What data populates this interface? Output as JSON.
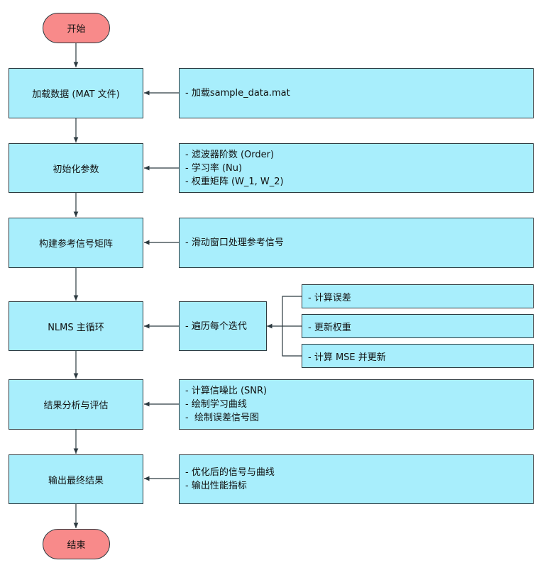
{
  "flow": {
    "start": "开始",
    "end": "结束",
    "steps": [
      {
        "label": "加载数据 (MAT 文件)",
        "notes": [
          "- 加载sample_data.mat"
        ]
      },
      {
        "label": "初始化参数",
        "notes": [
          "- 滤波器阶数 (Order)",
          "- 学习率 (Nu)",
          "- 权重矩阵 (W_1, W_2)"
        ]
      },
      {
        "label": "构建参考信号矩阵",
        "notes": [
          "- 滑动窗口处理参考信号"
        ]
      },
      {
        "label": "NLMS 主循环",
        "notes": [
          "- 遍历每个迭代"
        ]
      },
      {
        "label": "结果分析与评估",
        "notes": [
          "- 计算信噪比 (SNR)",
          "- 绘制学习曲线",
          "-  绘制误差信号图"
        ]
      },
      {
        "label": "输出最终结果",
        "notes": [
          "- 优化后的信号与曲线",
          "- 输出性能指标"
        ]
      }
    ],
    "loop_substeps": [
      "- 计算误差",
      "- 更新权重",
      "- 计算 MSE 并更新"
    ]
  },
  "colors": {
    "process": "#a8eefc",
    "terminal": "#f88a8a",
    "stroke": "#2c3a40"
  }
}
